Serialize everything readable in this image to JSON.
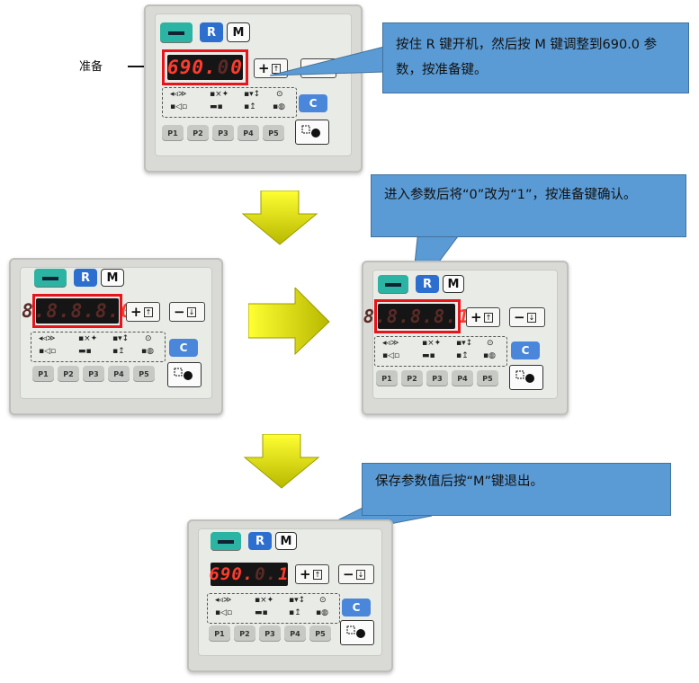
{
  "side_label": "准备",
  "callouts": {
    "step1": "按住 R 键开机，然后按 M 键调整到690.0 参数，按准备键。",
    "step2": "进入参数后将“0”改为“1”，按准备键确认。",
    "step3": "保存参数值后按“M”键退出。"
  },
  "panel_labels": {
    "r": "R",
    "m": "M",
    "plus": "+",
    "minus": "−",
    "loop": "C",
    "p1": "P1",
    "p2": "P2",
    "p3": "P3",
    "p4": "P4",
    "p5": "P5"
  },
  "displays": {
    "panel1": {
      "bright": "690.",
      "dim": "0",
      "last": "0"
    },
    "panel2": {
      "dim": "8.8.8.8.",
      "last": "0"
    },
    "panel3": {
      "dim": "8.8.8.8.",
      "last": "1"
    },
    "panel4": {
      "bright": "690.",
      "dim": "0.",
      "last": "1"
    }
  },
  "colors": {
    "callout_fill": "#5b9bd5",
    "highlight": "#e8141c",
    "arrow_fill": "#e6e600",
    "lcd_red": "#ff3b2f"
  }
}
